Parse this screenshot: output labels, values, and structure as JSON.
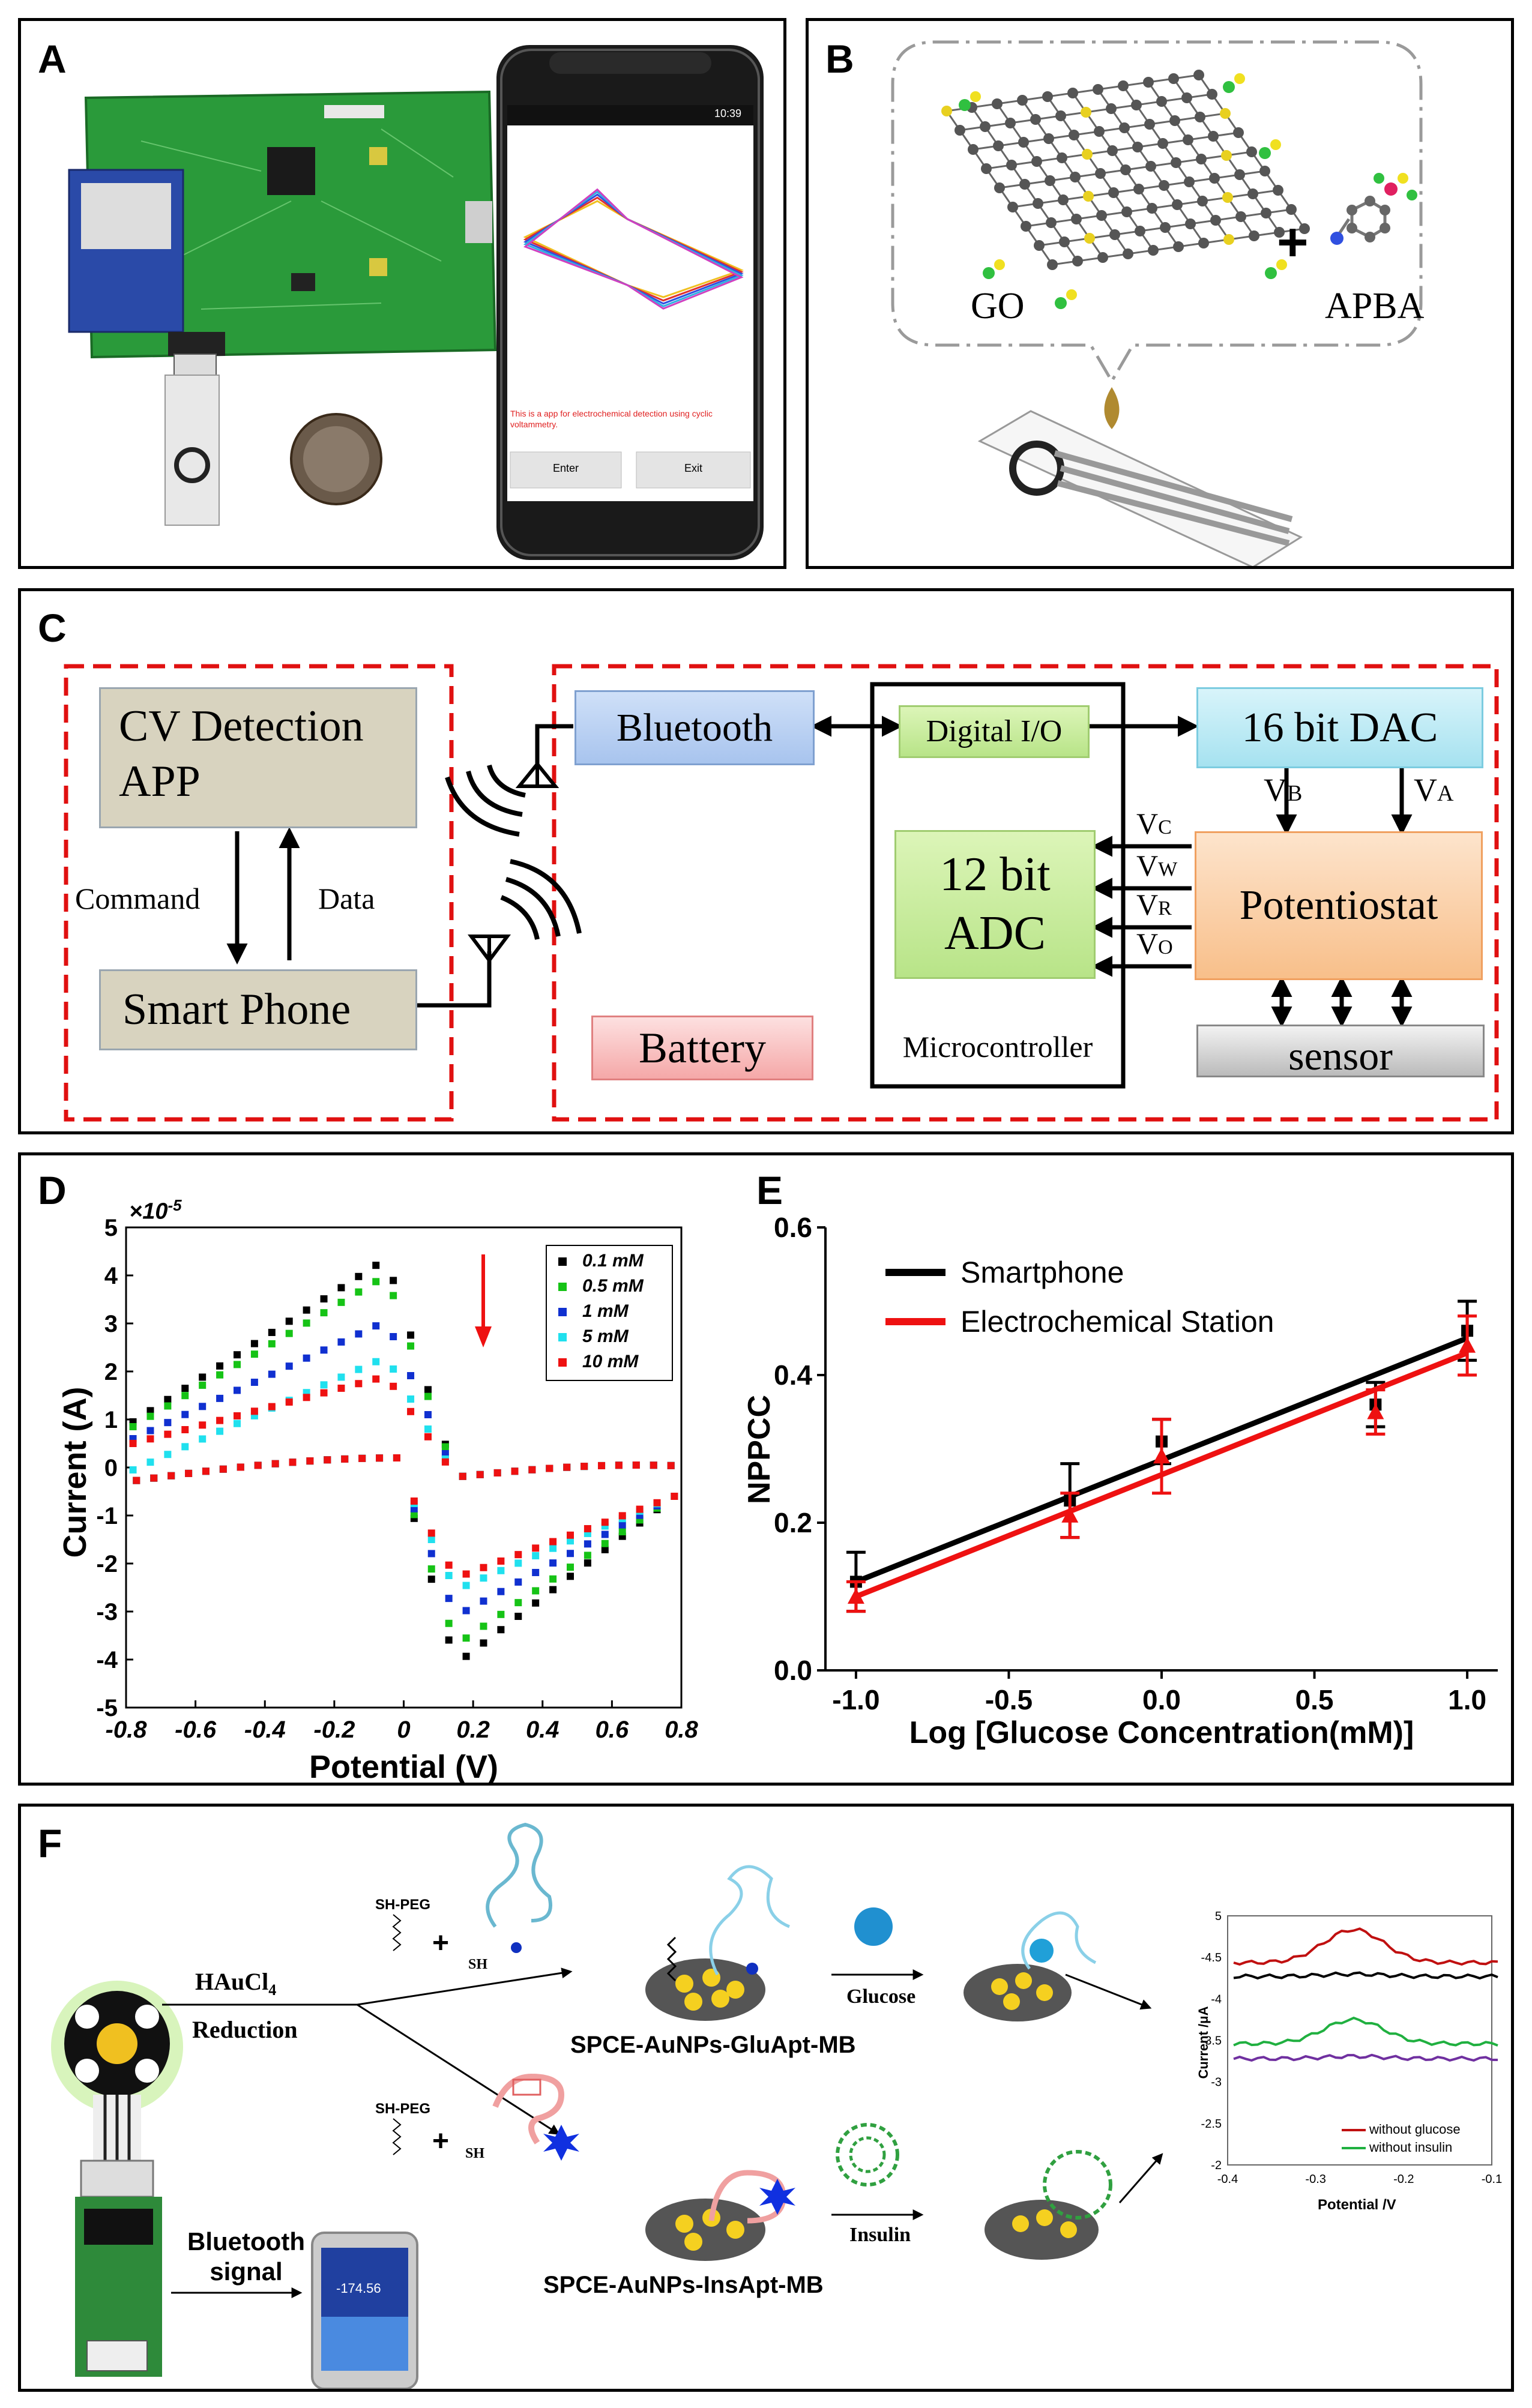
{
  "panels": {
    "A": {
      "label": "A",
      "phone_status_time": "10:39",
      "phone_caption": "This is a app for electrochemical detection using cyclic voltammetry.",
      "phone_buttons": [
        "Enter",
        "Exit"
      ],
      "cv_colors": [
        "#f0c020",
        "#e03030",
        "#3050e0",
        "#30b0e0",
        "#d040c0"
      ]
    },
    "B": {
      "label": "B",
      "left_name": "GO",
      "plus": "+",
      "right_name": "APBA"
    },
    "C": {
      "label": "C",
      "app_box": [
        "CV Detection",
        "APP"
      ],
      "command": "Command",
      "data": "Data",
      "smart_phone": "Smart Phone",
      "bluetooth": "Bluetooth",
      "digital_io": "Digital I/O",
      "dac": "16 bit DAC",
      "adc": [
        "12 bit",
        "ADC"
      ],
      "potentiostat": "Potentiostat",
      "microcontroller": "Microcontroller",
      "battery": "Battery",
      "sensor": "sensor",
      "signals_left": [
        {
          "main": "V",
          "sub": "C"
        },
        {
          "main": "V",
          "sub": "W"
        },
        {
          "main": "V",
          "sub": "R"
        },
        {
          "main": "V",
          "sub": "O"
        }
      ],
      "vb": {
        "main": "V",
        "sub": "B"
      },
      "va": {
        "main": "V",
        "sub": "A"
      }
    },
    "D": {
      "label": "D",
      "chart_data": {
        "type": "scatter",
        "title": "",
        "xlabel": "Potential (V)",
        "ylabel": "Current (A)",
        "y_multiplier": "×10",
        "y_exponent": "-5",
        "xlim": [
          -0.8,
          0.8
        ],
        "ylim": [
          -5,
          5
        ],
        "xticks": [
          "-0.8",
          "-0.6",
          "-0.4",
          "-0.2",
          "0",
          "0.2",
          "0.4",
          "0.6",
          "0.8"
        ],
        "yticks": [
          "5",
          "4",
          "3",
          "2",
          "1",
          "0",
          "-1",
          "-2",
          "-3",
          "-4",
          "-5"
        ],
        "legend_position": "top-right",
        "series": [
          {
            "name": "0.1 mM",
            "color": "#000000",
            "peak_ox": 4.35,
            "peak_red": -4.1,
            "start": 0.95
          },
          {
            "name": "0.5 mM",
            "color": "#16c316",
            "peak_ox": 4.0,
            "peak_red": -3.7,
            "start": 0.85
          },
          {
            "name": "1 mM",
            "color": "#1030d0",
            "peak_ox": 3.05,
            "peak_red": -3.1,
            "start": 0.6
          },
          {
            "name": "5 mM",
            "color": "#20e0ee",
            "peak_ox": 2.3,
            "peak_red": -2.55,
            "start": -0.05
          },
          {
            "name": "10 mM",
            "color": "#ee1111",
            "peak_ox": 1.9,
            "peak_red": -2.3,
            "start": 0.5
          }
        ]
      }
    },
    "E": {
      "label": "E",
      "chart_data": {
        "type": "line",
        "title": "",
        "xlabel": "Log [Glucose Concentration(mM)]",
        "ylabel": "NPPCC",
        "xlim": [
          -1.1,
          1.1
        ],
        "ylim": [
          0,
          0.6
        ],
        "xticks": [
          "-1.0",
          "-0.5",
          "0.0",
          "0.5",
          "1.0"
        ],
        "yticks": [
          "0.0",
          "0.2",
          "0.4",
          "0.6"
        ],
        "legend_position": "top-left",
        "x": [
          -1.0,
          -0.3,
          0.0,
          0.7,
          1.0
        ],
        "series": [
          {
            "name": "Smartphone",
            "color": "#000000",
            "values": [
              0.12,
              0.23,
              0.31,
              0.36,
              0.46
            ],
            "errors": [
              0.04,
              0.05,
              0.03,
              0.03,
              0.04
            ],
            "fit": [
              0.12,
              0.45
            ]
          },
          {
            "name": "Electrochemical Station",
            "color": "#ee1111",
            "values": [
              0.1,
              0.21,
              0.29,
              0.35,
              0.44
            ],
            "errors": [
              0.02,
              0.03,
              0.05,
              0.03,
              0.04
            ],
            "fit": [
              0.1,
              0.43
            ]
          }
        ]
      }
    },
    "F": {
      "label": "F",
      "haucl4": "HAuCl",
      "haucl4_sub": "4",
      "reduction": "Reduction",
      "sh_peg_top": "SH-PEG",
      "sh_peg_bottom": "SH-PEG",
      "sh_small": "SH",
      "plus": "+",
      "glu_label": "SPCE-AuNPs-GluApt-MB",
      "ins_label": "SPCE-AuNPs-InsApt-MB",
      "glucose": "Glucose",
      "insulin": "Insulin",
      "bluetooth_signal": [
        "Bluetooth",
        "signal"
      ],
      "phone_reading": "-174.56",
      "mini_chart": {
        "xlabel": "Potential /V",
        "ylabel": "Current /μA",
        "xticks": [
          "-0.4",
          "-0.3",
          "-0.2",
          "-0.1"
        ],
        "yticks": [
          "5",
          "-4.5",
          "-4",
          "-3.5",
          "-3",
          "-2.5",
          "-2"
        ],
        "legend": [
          {
            "name": "without glucose",
            "color": "#c01010"
          },
          {
            "name": "without insulin",
            "color": "#20b040"
          }
        ],
        "curve_colors": [
          "#c01010",
          "#000000",
          "#20b040",
          "#7030a0"
        ]
      }
    }
  }
}
